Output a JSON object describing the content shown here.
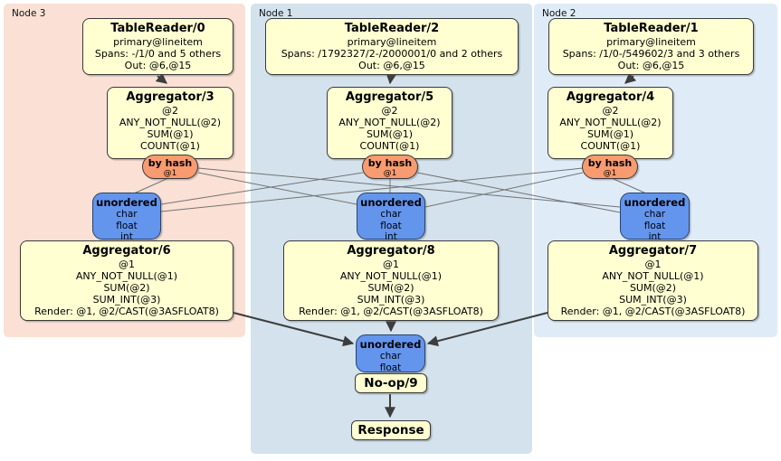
{
  "colors": {
    "node3_bg": "#fbe0d5",
    "node1_bg": "#d3e2ec",
    "node2_bg": "#dfecf8",
    "box_fill": "#ffffd2",
    "router_fill": "#f89b70",
    "stream_fill": "#6495ed",
    "thin_edge": "#737373",
    "thick_edge": "#3d3d3d"
  },
  "nodes": [
    {
      "label": "Node 3",
      "tableReader": {
        "title": "TableReader/0",
        "lines": [
          "primary@lineitem",
          "Spans: -/1/0 and 5 others",
          "Out: @6,@15"
        ]
      },
      "aggTop": {
        "title": "Aggregator/3",
        "lines": [
          "@2",
          "ANY_NOT_NULL(@2)",
          "SUM(@1)",
          "COUNT(@1)"
        ]
      },
      "router": {
        "title": "by hash",
        "arg": "@1"
      },
      "stream": {
        "title": "unordered",
        "lines": [
          "char",
          "float",
          "int"
        ]
      },
      "aggBottom": {
        "title": "Aggregator/6",
        "lines": [
          "@1",
          "ANY_NOT_NULL(@1)",
          "SUM(@2)",
          "SUM_INT(@3)",
          "Render: @1, @2/CAST(@3ASFLOAT8)"
        ]
      }
    },
    {
      "label": "Node 1",
      "tableReader": {
        "title": "TableReader/2",
        "lines": [
          "primary@lineitem",
          "Spans: /1792327/2-/2000001/0 and 2 others",
          "Out: @6,@15"
        ]
      },
      "aggTop": {
        "title": "Aggregator/5",
        "lines": [
          "@2",
          "ANY_NOT_NULL(@2)",
          "SUM(@1)",
          "COUNT(@1)"
        ]
      },
      "router": {
        "title": "by hash",
        "arg": "@1"
      },
      "stream": {
        "title": "unordered",
        "lines": [
          "char",
          "float",
          "int"
        ]
      },
      "aggBottom": {
        "title": "Aggregator/8",
        "lines": [
          "@1",
          "ANY_NOT_NULL(@1)",
          "SUM(@2)",
          "SUM_INT(@3)",
          "Render: @1, @2/CAST(@3ASFLOAT8)"
        ]
      }
    },
    {
      "label": "Node 2",
      "tableReader": {
        "title": "TableReader/1",
        "lines": [
          "primary@lineitem",
          "Spans: /1/0-/549602/3 and 3 others",
          "Out: @6,@15"
        ]
      },
      "aggTop": {
        "title": "Aggregator/4",
        "lines": [
          "@2",
          "ANY_NOT_NULL(@2)",
          "SUM(@1)",
          "COUNT(@1)"
        ]
      },
      "router": {
        "title": "by hash",
        "arg": "@1"
      },
      "stream": {
        "title": "unordered",
        "lines": [
          "char",
          "float",
          "int"
        ]
      },
      "aggBottom": {
        "title": "Aggregator/7",
        "lines": [
          "@1",
          "ANY_NOT_NULL(@1)",
          "SUM(@2)",
          "SUM_INT(@3)",
          "Render: @1, @2/CAST(@3ASFLOAT8)"
        ]
      }
    }
  ],
  "sink": {
    "stream": {
      "title": "unordered",
      "lines": [
        "char",
        "float"
      ]
    },
    "noop": "No-op/9",
    "response": "Response"
  }
}
